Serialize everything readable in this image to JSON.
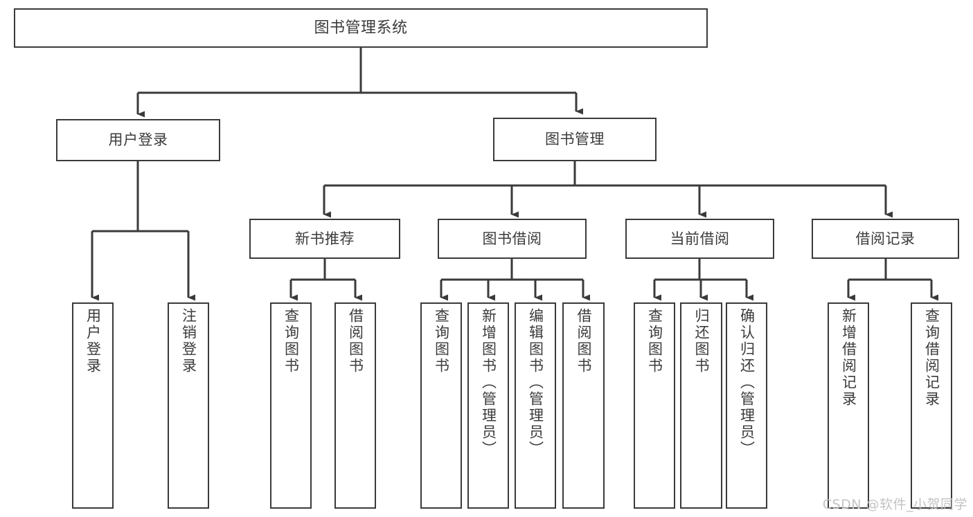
{
  "diagram": {
    "title": "图书管理系统",
    "type": "tree",
    "root": {
      "label": "图书管理系统"
    },
    "level2": [
      {
        "id": "user-login",
        "label": "用户登录"
      },
      {
        "id": "book-manage",
        "label": "图书管理"
      }
    ],
    "level3": [
      {
        "id": "new-book-recommend",
        "label": "新书推荐",
        "parent": "book-manage"
      },
      {
        "id": "book-borrow",
        "label": "图书借阅",
        "parent": "book-manage"
      },
      {
        "id": "current-borrow",
        "label": "当前借阅",
        "parent": "book-manage"
      },
      {
        "id": "borrow-record",
        "label": "借阅记录",
        "parent": "book-manage"
      }
    ],
    "leaves": [
      {
        "id": "leaf-user-login",
        "label": "用户登录",
        "parent": "user-login"
      },
      {
        "id": "leaf-user-logout",
        "label": "注销登录",
        "parent": "user-login"
      },
      {
        "id": "leaf-query-book-1",
        "label": "查询图书",
        "parent": "new-book-recommend"
      },
      {
        "id": "leaf-borrow-book-1",
        "label": "借阅图书",
        "parent": "new-book-recommend"
      },
      {
        "id": "leaf-query-book-2",
        "label": "查询图书",
        "parent": "book-borrow"
      },
      {
        "id": "leaf-add-book",
        "label": "新增图书（管理员）",
        "parent": "book-borrow"
      },
      {
        "id": "leaf-edit-book",
        "label": "编辑图书（管理员）",
        "parent": "book-borrow"
      },
      {
        "id": "leaf-borrow-book-2",
        "label": "借阅图书",
        "parent": "book-borrow"
      },
      {
        "id": "leaf-query-book-3",
        "label": "查询图书",
        "parent": "current-borrow"
      },
      {
        "id": "leaf-return-book",
        "label": "归还图书",
        "parent": "current-borrow"
      },
      {
        "id": "leaf-confirm-return",
        "label": "确认归还（管理员）",
        "parent": "current-borrow"
      },
      {
        "id": "leaf-add-record",
        "label": "新增借阅记录",
        "parent": "borrow-record"
      },
      {
        "id": "leaf-query-record",
        "label": "查询借阅记录",
        "parent": "borrow-record"
      }
    ],
    "colors": {
      "border": "#3a3a3a",
      "text": "#3b3b3b",
      "background": "#ffffff",
      "connector": "#3a3a3a",
      "watermark": "#c3c3c3"
    }
  },
  "watermark": {
    "text": "CSDN @软件_小贺同学"
  }
}
